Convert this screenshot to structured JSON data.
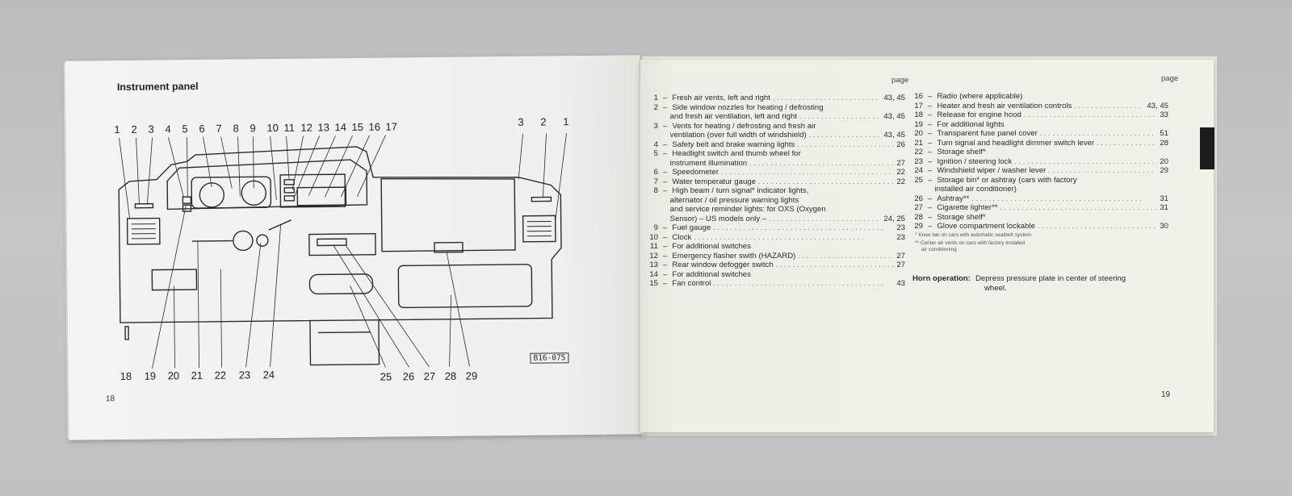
{
  "left_page": {
    "heading": "Instrument panel",
    "page_number": "18",
    "diagram_code": "B16-075",
    "callouts_top_left": [
      "1",
      "2",
      "3",
      "4",
      "5",
      "6",
      "7",
      "8",
      "9",
      "10",
      "11",
      "12",
      "13",
      "14",
      "15",
      "16",
      "17"
    ],
    "callouts_top_right": [
      "3",
      "2",
      "1"
    ],
    "callouts_bottom_left": [
      "18",
      "19",
      "20",
      "21",
      "22",
      "23",
      "24"
    ],
    "callouts_bottom_right": [
      "25",
      "26",
      "27",
      "28",
      "29"
    ]
  },
  "right_page": {
    "page_number": "19",
    "page_header_left": "page",
    "page_header_right": "page",
    "entries_left": [
      {
        "n": "1",
        "text": "Fresh air vents, left and right",
        "page": "43, 45"
      },
      {
        "n": "2",
        "text": "Side window nozzles for heating / defrosting",
        "page": ""
      },
      {
        "n": "",
        "text": "and fresh air ventilation, left and right",
        "page": "43, 45"
      },
      {
        "n": "3",
        "text": "Vents for heating / defrosting and fresh air",
        "page": ""
      },
      {
        "n": "",
        "text": "ventilation (over full width of windshield)",
        "page": "43, 45"
      },
      {
        "n": "4",
        "text": "Safety belt and brake warning lights",
        "page": "26"
      },
      {
        "n": "5",
        "text": "Headlight switch and thumb wheel for",
        "page": ""
      },
      {
        "n": "",
        "text": "instrument illumination",
        "page": "27"
      },
      {
        "n": "6",
        "text": "Speedometer",
        "page": "22"
      },
      {
        "n": "7",
        "text": "Water temperatur gauge",
        "page": "22"
      },
      {
        "n": "8",
        "text": "High beam / turn signal* indicator lights,",
        "page": ""
      },
      {
        "n": "",
        "text": "alternator / oil pressure warning lights",
        "page": ""
      },
      {
        "n": "",
        "text": "and service reminder lights: for OXS (Oxygen",
        "page": ""
      },
      {
        "n": "",
        "text": "Sensor) – US models only –",
        "page": "24, 25"
      },
      {
        "n": "9",
        "text": "Fuel gauge",
        "page": "23"
      },
      {
        "n": "10",
        "text": "Clock",
        "page": "23"
      },
      {
        "n": "11",
        "text": "For additional switches",
        "page": ""
      },
      {
        "n": "12",
        "text": "Emergency flasher swith (HAZARD)",
        "page": "27"
      },
      {
        "n": "13",
        "text": "Rear window defogger switch",
        "page": "27"
      },
      {
        "n": "14",
        "text": "For additional switches",
        "page": ""
      },
      {
        "n": "15",
        "text": "Fan control",
        "page": "43"
      }
    ],
    "entries_right": [
      {
        "n": "16",
        "text": "Radio (where applicable)",
        "page": ""
      },
      {
        "n": "17",
        "text": "Heater and fresh air ventilation controls",
        "page": "43, 45"
      },
      {
        "n": "18",
        "text": "Release for engine hood",
        "page": "33"
      },
      {
        "n": "19",
        "text": "For additional lights",
        "page": ""
      },
      {
        "n": "20",
        "text": "Transparent fuse panel cover",
        "page": "51"
      },
      {
        "n": "21",
        "text": "Turn signal and headlight dimmer switch lever",
        "page": "28"
      },
      {
        "n": "22",
        "text": "Storage shelf*",
        "page": ""
      },
      {
        "n": "23",
        "text": "Ignition / steering lock",
        "page": "20"
      },
      {
        "n": "24",
        "text": "Windshield wiper / washer lever",
        "page": "29"
      },
      {
        "n": "25",
        "text": "Storage bin* or ashtray (cars with factory",
        "page": ""
      },
      {
        "n": "",
        "text": "installed air conditioner)",
        "page": ""
      },
      {
        "n": "26",
        "text": "Ashtray**",
        "page": "31"
      },
      {
        "n": "27",
        "text": "Cigarette lighter**",
        "page": "31"
      },
      {
        "n": "28",
        "text": "Storage shelf*",
        "page": ""
      },
      {
        "n": "29",
        "text": "Glove compartment lockable",
        "page": "30"
      }
    ],
    "footnote_1": "* Knee bar on cars with automatic seatbelt system.",
    "footnote_2": "** Center air vents on cars with factory installed",
    "footnote_2b": "air conditioning",
    "horn_label": "Horn operation:",
    "horn_text_1": "Depress pressure plate in center of steering",
    "horn_text_2": "wheel."
  }
}
